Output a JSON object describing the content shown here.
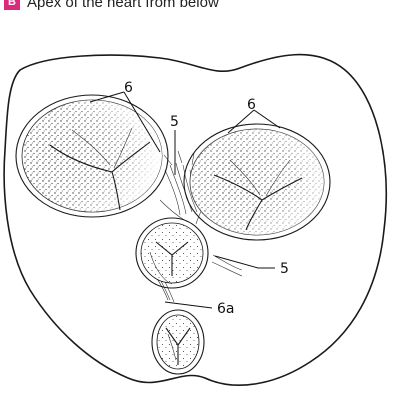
{
  "caption": {
    "badge": "B",
    "text": "Apex of the heart from below",
    "badge_color": "#d92a7b"
  },
  "callouts": {
    "label_6_left": "6",
    "label_6_right": "6",
    "label_5_top": "5",
    "label_5_right": "5",
    "label_6a": "6a"
  }
}
